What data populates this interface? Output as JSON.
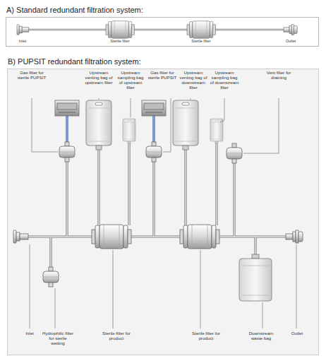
{
  "diagram": {
    "nodes": [
      {
        "text": [
          "A) Standard redundant filtration system:"
        ]
      },
      {
        "text": [
          "B) PUPSIT redundant filtration system:"
        ]
      }
    ],
    "labels": [
      "Inlet",
      "Sterile filter",
      "Sterile filter",
      "Outlet",
      "Gas filter for sterile PUPSIT",
      "Upstream venting bag of upstream filter",
      "Upstream sampling bag of upstream filter",
      "Gas filter for sterile PUPSIT",
      "Upstream venting bag of downstream filter",
      "Upstream sampling bag of downstream filter",
      "Vent filter for draining",
      "Inlet",
      "Hydrophilic filter for sterile wetting",
      "Sterile filter for product",
      "Sterile filter for product",
      "Downstream waste bag",
      "Outlet"
    ]
  }
}
